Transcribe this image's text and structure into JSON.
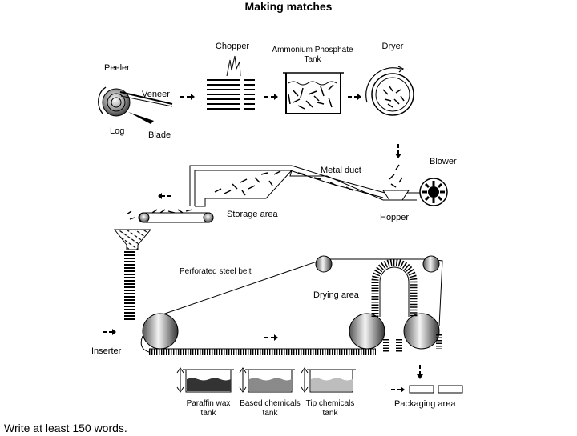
{
  "title": "Making matches",
  "labels": {
    "peeler": "Peeler",
    "veneer": "Veneer",
    "log": "Log",
    "blade": "Blade",
    "chopper": "Chopper",
    "ammonium_tank": "Ammonium Phosphate Tank",
    "dryer": "Dryer",
    "blower": "Blower",
    "metal_duct": "Metal duct",
    "hopper": "Hopper",
    "storage_area": "Storage area",
    "perforated_belt": "Perforated steel belt",
    "drying_area": "Drying area",
    "inserter": "Inserter",
    "paraffin_tank": "Paraffin wax tank",
    "based_tank": "Based chemicals tank",
    "tip_tank": "Tip chemicals tank",
    "packaging_area": "Packaging area"
  },
  "footer": "Write at least 150 words."
}
